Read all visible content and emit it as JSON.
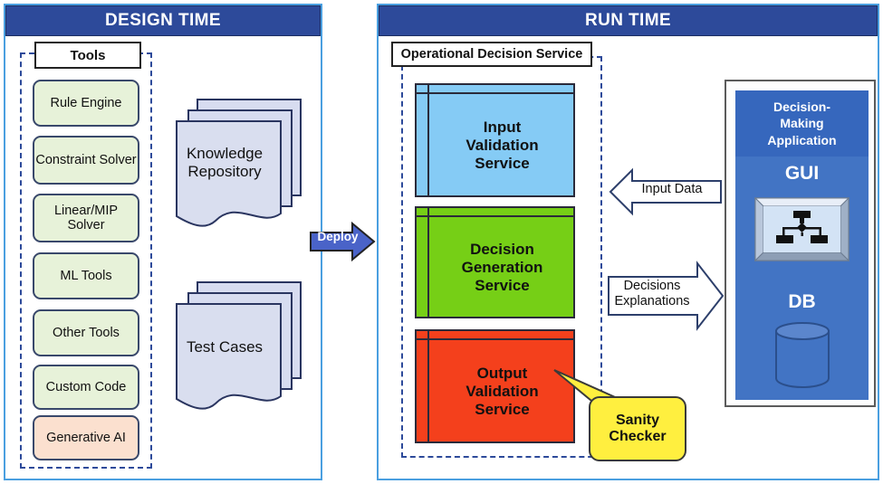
{
  "design_time": {
    "header": "DESIGN TIME",
    "tools_label": "Tools",
    "tools": [
      {
        "label": "Rule Engine",
        "accent": "#e7f2d9"
      },
      {
        "label": "Constraint Solver",
        "accent": "#e7f2d9"
      },
      {
        "label": "Linear/MIP Solver",
        "accent": "#e7f2d9"
      },
      {
        "label": "ML Tools",
        "accent": "#e7f2d9"
      },
      {
        "label": "Other Tools",
        "accent": "#e7f2d9"
      },
      {
        "label": "Custom Code",
        "accent": "#e7f2d9"
      },
      {
        "label": "Generative AI",
        "accent": "#fbe0cf"
      }
    ],
    "documents": [
      {
        "line1": "Knowledge",
        "line2": "Repository"
      },
      {
        "line1": "Test Cases",
        "line2": ""
      }
    ]
  },
  "deploy": {
    "label": "Deploy",
    "color": "#4a63c8"
  },
  "run_time": {
    "header": "RUN TIME",
    "ods_label": "Operational Decision Service",
    "services": [
      {
        "name": "Input Validation Service",
        "line1": "Input",
        "line2": "Validation",
        "line3": "Service",
        "color": "#85cbf5"
      },
      {
        "name": "Decision Generation Service",
        "line1": "Decision",
        "line2": "Generation",
        "line3": "Service",
        "color": "#76cf16"
      },
      {
        "name": "Output Validation Service",
        "line1": "Output",
        "line2": "Validation",
        "line3": "Service",
        "color": "#f4401c"
      }
    ],
    "sanity_checker": {
      "line1": "Sanity",
      "line2": "Checker",
      "color": "#ffef3f"
    },
    "flows": [
      {
        "label_line1": "Input Data",
        "label_line2": "",
        "direction": "left"
      },
      {
        "label_line1": "Decisions",
        "label_line2": "Explanations",
        "direction": "right"
      }
    ],
    "application": {
      "title_line1": "Decision-",
      "title_line2": "Making",
      "title_line3": "Application",
      "gui_label": "GUI",
      "db_label": "DB",
      "color": "#4274c4"
    }
  },
  "theme": {
    "header_bg": "#2d4a9a",
    "panel_border": "#4a9fe0",
    "dash_border": "#2d4a9a"
  }
}
